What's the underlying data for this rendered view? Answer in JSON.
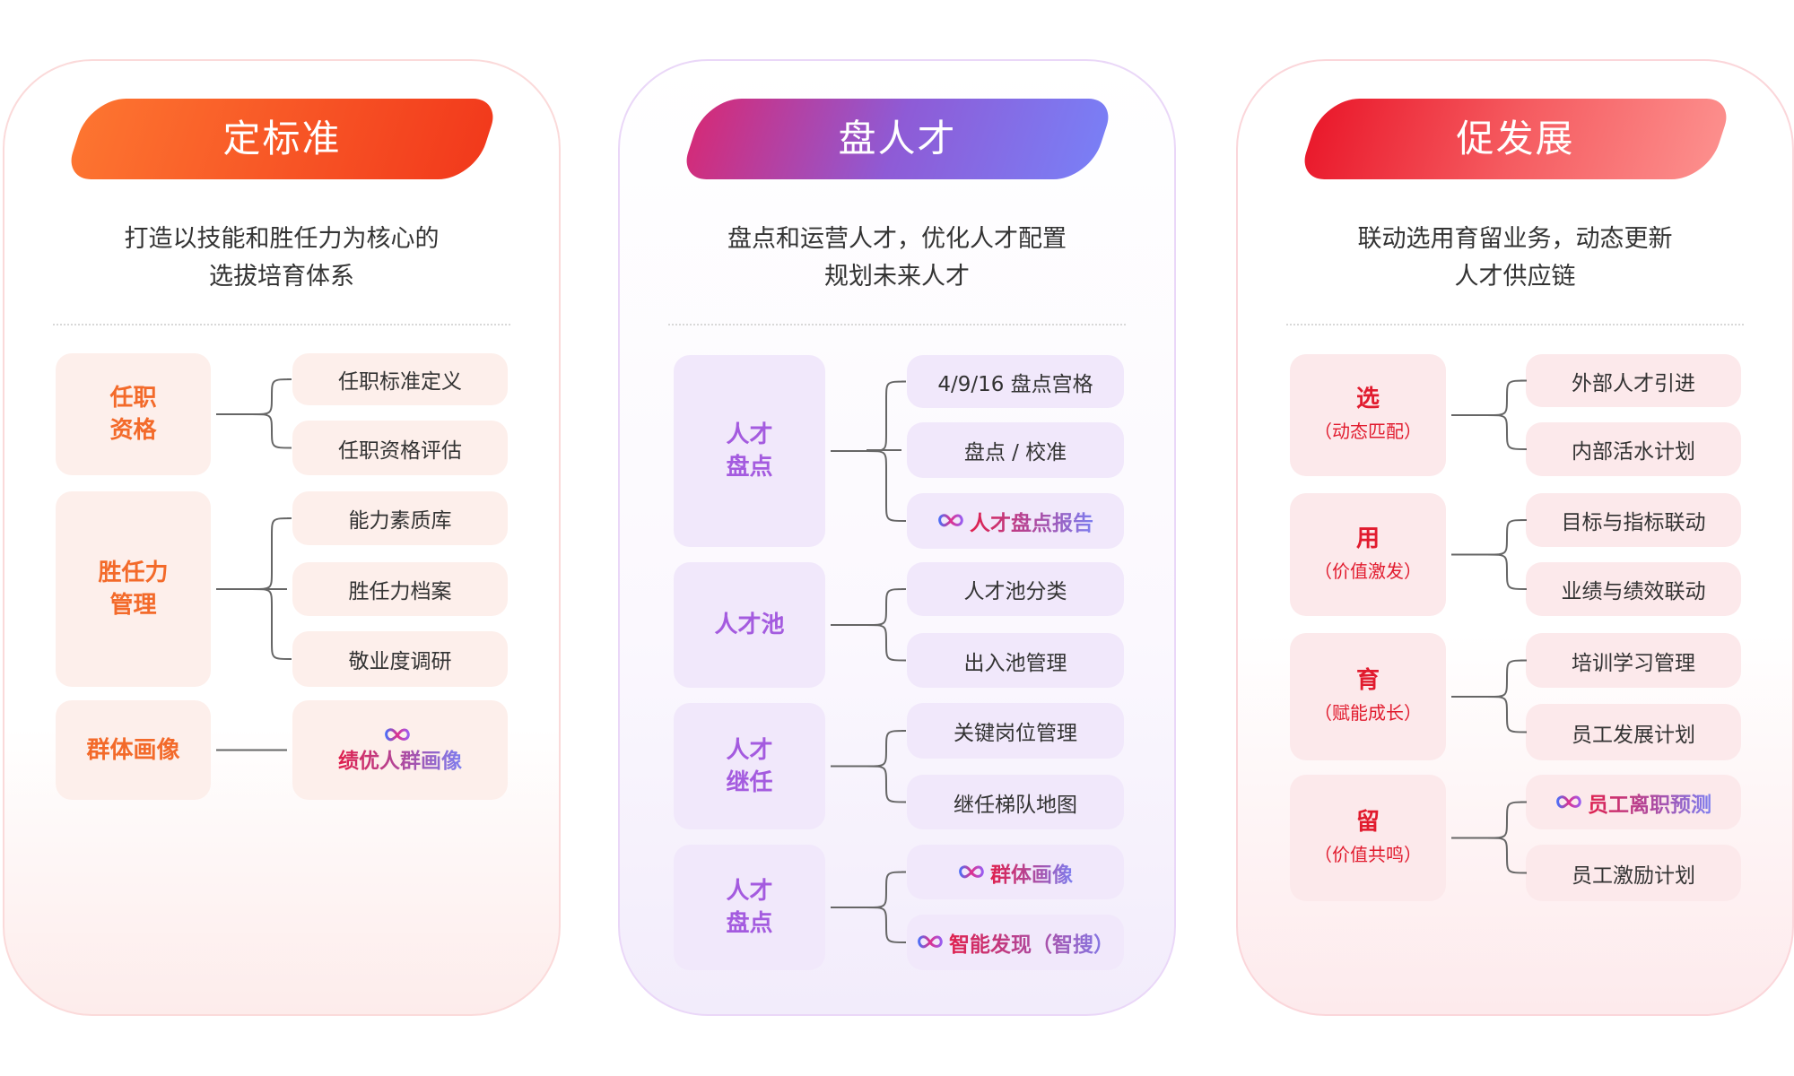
{
  "columns": [
    {
      "title": "定标准",
      "subtitle": [
        "打造以技能和胜任力为核心的",
        "选拔培育体系"
      ],
      "groups": [
        {
          "label": [
            "任职",
            "资格"
          ],
          "items": [
            {
              "text": "任职标准定义"
            },
            {
              "text": "任职资格评估"
            }
          ]
        },
        {
          "label": [
            "胜任力",
            "管理"
          ],
          "items": [
            {
              "text": "能力素质库"
            },
            {
              "text": "胜任力档案"
            },
            {
              "text": "敬业度调研"
            }
          ]
        },
        {
          "label": [
            "群体画像"
          ],
          "items": [
            {
              "text": "绩优人群画像",
              "ai": true,
              "stacked": true
            }
          ]
        }
      ]
    },
    {
      "title": "盘人才",
      "subtitle": [
        "盘点和运营人才，优化人才配置",
        "规划未来人才"
      ],
      "groups": [
        {
          "label": [
            "人才",
            "盘点"
          ],
          "items": [
            {
              "text": "4/9/16 盘点宫格"
            },
            {
              "text": "盘点 / 校准"
            },
            {
              "text": "人才盘点报告",
              "ai": true
            }
          ]
        },
        {
          "label": [
            "人才池"
          ],
          "items": [
            {
              "text": "人才池分类"
            },
            {
              "text": "出入池管理"
            }
          ]
        },
        {
          "label": [
            "人才",
            "继任"
          ],
          "items": [
            {
              "text": "关键岗位管理"
            },
            {
              "text": "继任梯队地图"
            }
          ]
        },
        {
          "label": [
            "人才",
            "盘点"
          ],
          "items": [
            {
              "text": "群体画像",
              "ai": true
            },
            {
              "text": "智能发现（智搜）",
              "ai": true
            }
          ]
        }
      ]
    },
    {
      "title": "促发展",
      "subtitle": [
        "联动选用育留业务，动态更新",
        "人才供应链"
      ],
      "groups": [
        {
          "label": [
            "选"
          ],
          "sublabel": "（动态匹配）",
          "items": [
            {
              "text": "外部人才引进"
            },
            {
              "text": "内部活水计划"
            }
          ]
        },
        {
          "label": [
            "用"
          ],
          "sublabel": "（价值激发）",
          "items": [
            {
              "text": "目标与指标联动"
            },
            {
              "text": "业绩与绩效联动"
            }
          ]
        },
        {
          "label": [
            "育"
          ],
          "sublabel": "（赋能成长）",
          "items": [
            {
              "text": "培训学习管理"
            },
            {
              "text": "员工发展计划"
            }
          ]
        },
        {
          "label": [
            "留"
          ],
          "sublabel": "（价值共鸣）",
          "items": [
            {
              "text": "员工离职预测",
              "ai": true
            },
            {
              "text": "员工激励计划"
            }
          ]
        }
      ]
    }
  ]
}
